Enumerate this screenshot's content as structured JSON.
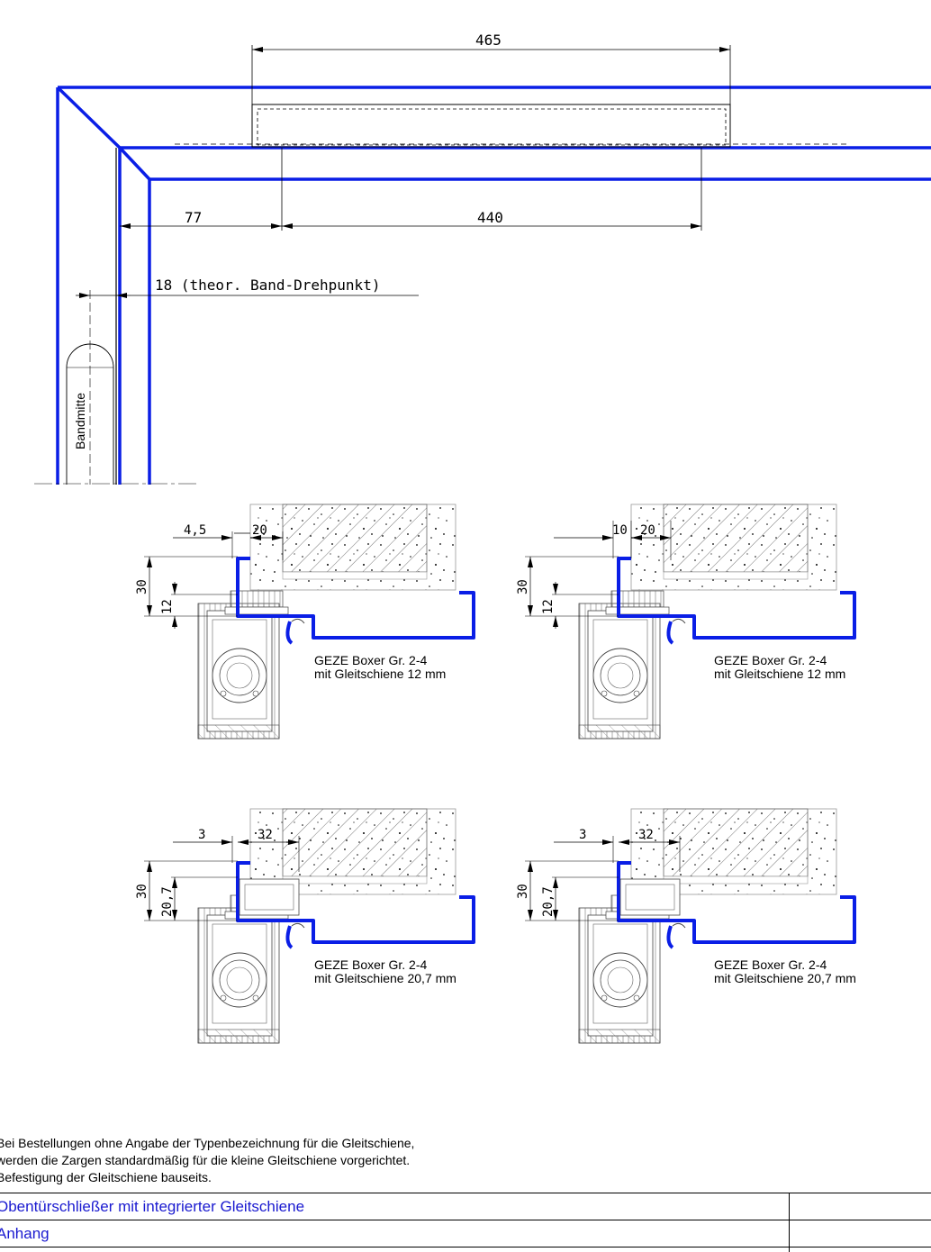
{
  "top_view": {
    "dim_465": "465",
    "dim_77": "77",
    "dim_440": "440",
    "dim_18": "18 (theor. Band-Drehpunkt)",
    "bandmitte": "Bandmitte"
  },
  "details": [
    {
      "d_left": "4,5",
      "d_top": "20",
      "d_h": "30",
      "d_h2": "12",
      "caption1": "GEZE Boxer Gr. 2-4",
      "caption2": "mit Gleitschiene 12 mm"
    },
    {
      "d_left": "10",
      "d_top": "20",
      "d_h": "30",
      "d_h2": "12",
      "caption1": "GEZE Boxer Gr. 2-4",
      "caption2": "mit Gleitschiene 12 mm"
    },
    {
      "d_left": "3",
      "d_top": "32",
      "d_h": "30",
      "d_h2": "20,7",
      "caption1": "GEZE Boxer Gr. 2-4",
      "caption2": "mit Gleitschiene 20,7 mm"
    },
    {
      "d_left": "3",
      "d_top": "32",
      "d_h": "30",
      "d_h2": "20,7",
      "caption1": "GEZE Boxer Gr. 2-4",
      "caption2": "mit Gleitschiene 20,7 mm"
    }
  ],
  "notes": [
    "Bei Bestellungen ohne Angabe der Typenbezeichnung für die Gleitschiene,",
    "werden die Zargen standardmäßig für die kleine Gleitschiene vorgerichtet.",
    "Befestigung der Gleitschiene bauseits."
  ],
  "title_block": {
    "row1": "Obentürschließer mit integrierter Gleitschiene",
    "row2": "Anhang"
  },
  "colors": {
    "frame": "#0a1ee6",
    "line": "#000000",
    "title_text": "#1a1ad0"
  }
}
